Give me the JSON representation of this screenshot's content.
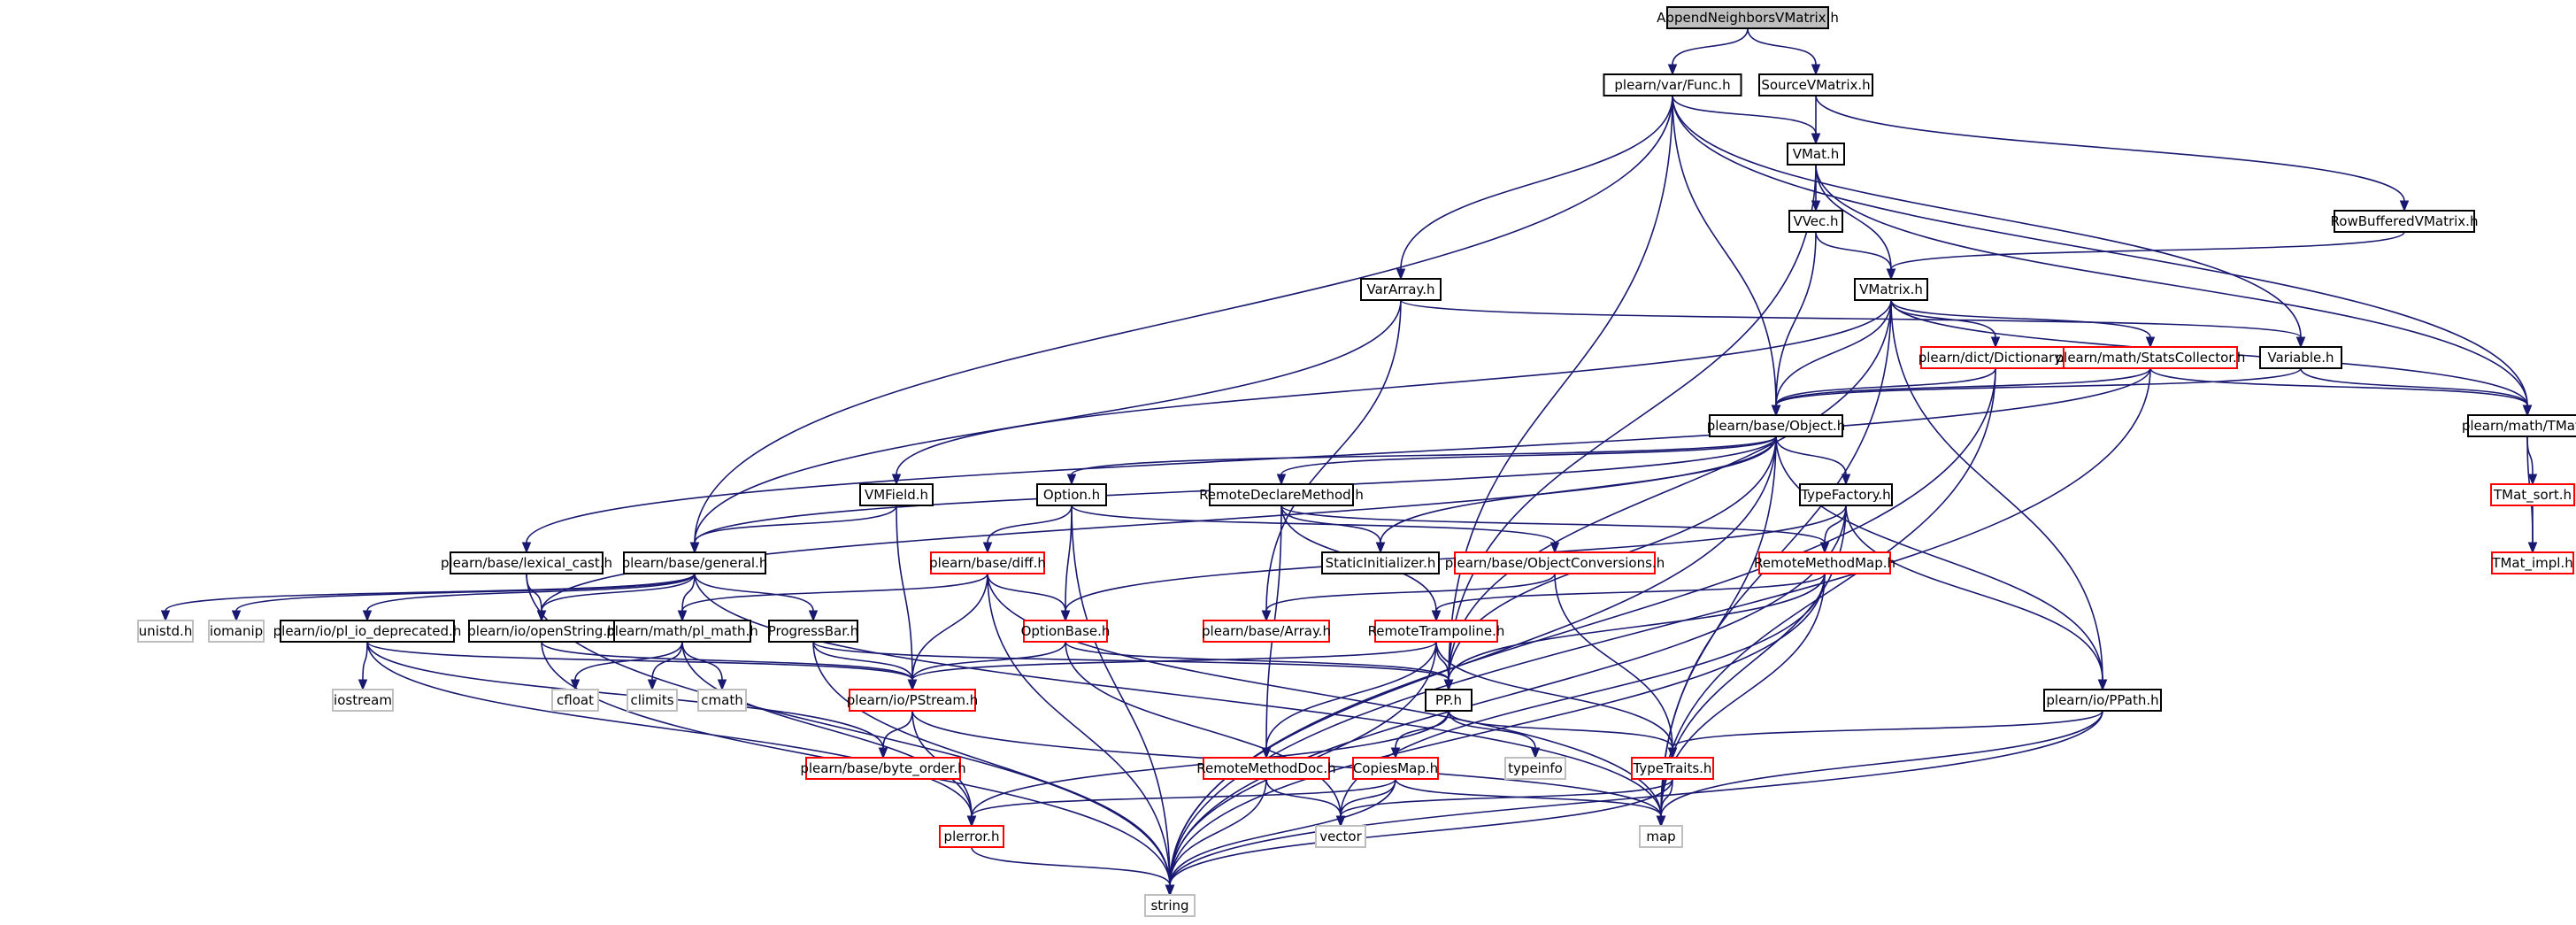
{
  "graph": {
    "edge_color": "#191970",
    "node_border_red": "#ff0000",
    "node_border_gray": "#bfbfbf",
    "root_fill": "#bfbfbf",
    "nodes": [
      {
        "id": "AppendNeighborsVMatrix.h",
        "label": "AppendNeighborsVMatrix.h",
        "style": "root"
      },
      {
        "id": "plearn/var/Func.h",
        "label": "plearn/var/Func.h",
        "style": "black"
      },
      {
        "id": "SourceVMatrix.h",
        "label": "SourceVMatrix.h",
        "style": "black"
      },
      {
        "id": "VMat.h",
        "label": "VMat.h",
        "style": "black"
      },
      {
        "id": "RowBufferedVMatrix.h",
        "label": "RowBufferedVMatrix.h",
        "style": "black"
      },
      {
        "id": "VVec.h",
        "label": "VVec.h",
        "style": "black"
      },
      {
        "id": "VarArray.h",
        "label": "VarArray.h",
        "style": "black"
      },
      {
        "id": "VMatrix.h",
        "label": "VMatrix.h",
        "style": "black"
      },
      {
        "id": "plearn/dict/Dictionary.h",
        "label": "plearn/dict/Dictionary.h",
        "style": "red"
      },
      {
        "id": "plearn/math/StatsCollector.h",
        "label": "plearn/math/StatsCollector.h",
        "style": "red"
      },
      {
        "id": "Variable.h",
        "label": "Variable.h",
        "style": "black"
      },
      {
        "id": "plearn/base/Object.h",
        "label": "plearn/base/Object.h",
        "style": "black"
      },
      {
        "id": "plearn/math/TMat.h",
        "label": "plearn/math/TMat.h",
        "style": "black"
      },
      {
        "id": "VMField.h",
        "label": "VMField.h",
        "style": "black"
      },
      {
        "id": "Option.h",
        "label": "Option.h",
        "style": "black"
      },
      {
        "id": "RemoteDeclareMethod.h",
        "label": "RemoteDeclareMethod.h",
        "style": "black"
      },
      {
        "id": "TypeFactory.h",
        "label": "TypeFactory.h",
        "style": "black"
      },
      {
        "id": "TMat_sort.h",
        "label": "TMat_sort.h",
        "style": "red"
      },
      {
        "id": "plearn/base/lexical_cast.h",
        "label": "plearn/base/lexical_cast.h",
        "style": "black"
      },
      {
        "id": "plearn/base/general.h",
        "label": "plearn/base/general.h",
        "style": "black"
      },
      {
        "id": "plearn/base/diff.h",
        "label": "plearn/base/diff.h",
        "style": "red"
      },
      {
        "id": "StaticInitializer.h",
        "label": "StaticInitializer.h",
        "style": "black"
      },
      {
        "id": "plearn/base/ObjectConversions.h",
        "label": "plearn/base/ObjectConversions.h",
        "style": "red"
      },
      {
        "id": "RemoteMethodMap.h",
        "label": "RemoteMethodMap.h",
        "style": "red"
      },
      {
        "id": "TMat_impl.h",
        "label": "TMat_impl.h",
        "style": "red"
      },
      {
        "id": "unistd.h",
        "label": "unistd.h",
        "style": "gray"
      },
      {
        "id": "iomanip",
        "label": "iomanip",
        "style": "gray"
      },
      {
        "id": "plearn/io/pl_io_deprecated.h",
        "label": "plearn/io/pl_io_deprecated.h",
        "style": "black"
      },
      {
        "id": "plearn/io/openString.h",
        "label": "plearn/io/openString.h",
        "style": "black"
      },
      {
        "id": "plearn/math/pl_math.h",
        "label": "plearn/math/pl_math.h",
        "style": "black"
      },
      {
        "id": "ProgressBar.h",
        "label": "ProgressBar.h",
        "style": "black"
      },
      {
        "id": "OptionBase.h",
        "label": "OptionBase.h",
        "style": "red"
      },
      {
        "id": "plearn/base/Array.h",
        "label": "plearn/base/Array.h",
        "style": "red"
      },
      {
        "id": "RemoteTrampoline.h",
        "label": "RemoteTrampoline.h",
        "style": "red"
      },
      {
        "id": "plearn/io/PPath.h",
        "label": "plearn/io/PPath.h",
        "style": "black"
      },
      {
        "id": "iostream",
        "label": "iostream",
        "style": "gray"
      },
      {
        "id": "cfloat",
        "label": "cfloat",
        "style": "gray"
      },
      {
        "id": "climits",
        "label": "climits",
        "style": "gray"
      },
      {
        "id": "cmath",
        "label": "cmath",
        "style": "gray"
      },
      {
        "id": "plearn/io/PStream.h",
        "label": "plearn/io/PStream.h",
        "style": "red"
      },
      {
        "id": "PP.h",
        "label": "PP.h",
        "style": "black"
      },
      {
        "id": "typeinfo",
        "label": "typeinfo",
        "style": "gray"
      },
      {
        "id": "TypeTraits.h",
        "label": "TypeTraits.h",
        "style": "red"
      },
      {
        "id": "plearn/base/byte_order.h",
        "label": "plearn/base/byte_order.h",
        "style": "red"
      },
      {
        "id": "RemoteMethodDoc.h",
        "label": "RemoteMethodDoc.h",
        "style": "red"
      },
      {
        "id": "CopiesMap.h",
        "label": "CopiesMap.h",
        "style": "red"
      },
      {
        "id": "plerror.h",
        "label": "plerror.h",
        "style": "red"
      },
      {
        "id": "vector",
        "label": "vector",
        "style": "gray"
      },
      {
        "id": "map",
        "label": "map",
        "style": "gray"
      },
      {
        "id": "string",
        "label": "string",
        "style": "gray"
      }
    ],
    "edges": [
      [
        "AppendNeighborsVMatrix.h",
        "plearn/var/Func.h"
      ],
      [
        "AppendNeighborsVMatrix.h",
        "SourceVMatrix.h"
      ],
      [
        "plearn/var/Func.h",
        "VMat.h"
      ],
      [
        "plearn/var/Func.h",
        "VarArray.h"
      ],
      [
        "plearn/var/Func.h",
        "Variable.h"
      ],
      [
        "plearn/var/Func.h",
        "plearn/base/Object.h"
      ],
      [
        "plearn/var/Func.h",
        "plearn/math/TMat.h"
      ],
      [
        "plearn/var/Func.h",
        "plearn/base/general.h"
      ],
      [
        "plearn/var/Func.h",
        "PP.h"
      ],
      [
        "SourceVMatrix.h",
        "VMat.h"
      ],
      [
        "SourceVMatrix.h",
        "RowBufferedVMatrix.h"
      ],
      [
        "VMat.h",
        "VVec.h"
      ],
      [
        "VMat.h",
        "VMatrix.h"
      ],
      [
        "VMat.h",
        "plearn/math/TMat.h"
      ],
      [
        "VMat.h",
        "PP.h"
      ],
      [
        "RowBufferedVMatrix.h",
        "VMatrix.h"
      ],
      [
        "VVec.h",
        "VMatrix.h"
      ],
      [
        "VVec.h",
        "plearn/base/Object.h"
      ],
      [
        "VarArray.h",
        "Variable.h"
      ],
      [
        "VarArray.h",
        "plearn/base/general.h"
      ],
      [
        "VarArray.h",
        "plearn/base/Array.h"
      ],
      [
        "VMatrix.h",
        "plearn/dict/Dictionary.h"
      ],
      [
        "VMatrix.h",
        "plearn/math/StatsCollector.h"
      ],
      [
        "VMatrix.h",
        "plearn/base/Object.h"
      ],
      [
        "VMatrix.h",
        "plearn/math/TMat.h"
      ],
      [
        "VMatrix.h",
        "VMField.h"
      ],
      [
        "VMatrix.h",
        "plearn/io/PPath.h"
      ],
      [
        "VMatrix.h",
        "PP.h"
      ],
      [
        "VMatrix.h",
        "map"
      ],
      [
        "plearn/dict/Dictionary.h",
        "plearn/base/Object.h"
      ],
      [
        "plearn/dict/Dictionary.h",
        "map"
      ],
      [
        "plearn/dict/Dictionary.h",
        "string"
      ],
      [
        "plearn/math/StatsCollector.h",
        "plearn/base/Object.h"
      ],
      [
        "plearn/math/StatsCollector.h",
        "plearn/math/TMat.h"
      ],
      [
        "plearn/math/StatsCollector.h",
        "string"
      ],
      [
        "plearn/math/StatsCollector.h",
        "plearn/base/lexical_cast.h"
      ],
      [
        "Variable.h",
        "plearn/base/Object.h"
      ],
      [
        "Variable.h",
        "plearn/math/TMat.h"
      ],
      [
        "plearn/math/TMat.h",
        "TMat_sort.h"
      ],
      [
        "plearn/math/TMat.h",
        "TMat_impl.h"
      ],
      [
        "TMat_sort.h",
        "TMat_impl.h"
      ],
      [
        "plearn/base/Object.h",
        "Option.h"
      ],
      [
        "plearn/base/Object.h",
        "RemoteDeclareMethod.h"
      ],
      [
        "plearn/base/Object.h",
        "TypeFactory.h"
      ],
      [
        "plearn/base/Object.h",
        "StaticInitializer.h"
      ],
      [
        "plearn/base/Object.h",
        "plearn/base/general.h"
      ],
      [
        "plearn/base/Object.h",
        "plearn/io/PPath.h"
      ],
      [
        "plearn/base/Object.h",
        "PP.h"
      ],
      [
        "plearn/base/Object.h",
        "map"
      ],
      [
        "plearn/base/Object.h",
        "string"
      ],
      [
        "plearn/base/Object.h",
        "plearn/io/openString.h"
      ],
      [
        "VMField.h",
        "plearn/base/general.h"
      ],
      [
        "VMField.h",
        "plearn/io/PStream.h"
      ],
      [
        "Option.h",
        "plearn/base/diff.h"
      ],
      [
        "Option.h",
        "OptionBase.h"
      ],
      [
        "Option.h",
        "plearn/base/ObjectConversions.h"
      ],
      [
        "Option.h",
        "string"
      ],
      [
        "RemoteDeclareMethod.h",
        "RemoteMethodMap.h"
      ],
      [
        "RemoteDeclareMethod.h",
        "RemoteTrampoline.h"
      ],
      [
        "RemoteDeclareMethod.h",
        "StaticInitializer.h"
      ],
      [
        "RemoteDeclareMethod.h",
        "RemoteMethodDoc.h"
      ],
      [
        "TypeFactory.h",
        "RemoteMethodMap.h"
      ],
      [
        "TypeFactory.h",
        "plearn/io/PPath.h"
      ],
      [
        "TypeFactory.h",
        "OptionBase.h"
      ],
      [
        "TypeFactory.h",
        "map"
      ],
      [
        "TypeFactory.h",
        "string"
      ],
      [
        "plearn/base/lexical_cast.h",
        "plearn/io/openString.h"
      ],
      [
        "plearn/base/lexical_cast.h",
        "string"
      ],
      [
        "plearn/base/general.h",
        "unistd.h"
      ],
      [
        "plearn/base/general.h",
        "iomanip"
      ],
      [
        "plearn/base/general.h",
        "plearn/io/pl_io_deprecated.h"
      ],
      [
        "plearn/base/general.h",
        "plearn/io/openString.h"
      ],
      [
        "plearn/base/general.h",
        "plearn/math/pl_math.h"
      ],
      [
        "plearn/base/general.h",
        "ProgressBar.h"
      ],
      [
        "plearn/base/general.h",
        "map"
      ],
      [
        "plearn/base/diff.h",
        "plearn/io/PStream.h"
      ],
      [
        "plearn/base/diff.h",
        "OptionBase.h"
      ],
      [
        "plearn/base/diff.h",
        "plearn/math/pl_math.h"
      ],
      [
        "plearn/base/diff.h",
        "string"
      ],
      [
        "plearn/base/diff.h",
        "map"
      ],
      [
        "plearn/base/ObjectConversions.h",
        "plearn/base/Array.h"
      ],
      [
        "plearn/base/ObjectConversions.h",
        "TypeTraits.h"
      ],
      [
        "RemoteMethodMap.h",
        "RemoteTrampoline.h"
      ],
      [
        "RemoteMethodMap.h",
        "PP.h"
      ],
      [
        "RemoteMethodMap.h",
        "map"
      ],
      [
        "RemoteMethodMap.h",
        "string"
      ],
      [
        "RemoteMethodMap.h",
        "vector"
      ],
      [
        "plearn/io/pl_io_deprecated.h",
        "iostream"
      ],
      [
        "plearn/io/pl_io_deprecated.h",
        "plearn/io/PStream.h"
      ],
      [
        "plearn/io/pl_io_deprecated.h",
        "plearn/base/byte_order.h"
      ],
      [
        "plearn/io/pl_io_deprecated.h",
        "plerror.h"
      ],
      [
        "plearn/io/openString.h",
        "plearn/io/PStream.h"
      ],
      [
        "plearn/io/openString.h",
        "string"
      ],
      [
        "plearn/math/pl_math.h",
        "cfloat"
      ],
      [
        "plearn/math/pl_math.h",
        "climits"
      ],
      [
        "plearn/math/pl_math.h",
        "cmath"
      ],
      [
        "plearn/math/pl_math.h",
        "plerror.h"
      ],
      [
        "ProgressBar.h",
        "plearn/io/PStream.h"
      ],
      [
        "ProgressBar.h",
        "PP.h"
      ],
      [
        "ProgressBar.h",
        "string"
      ],
      [
        "OptionBase.h",
        "plearn/io/PStream.h"
      ],
      [
        "OptionBase.h",
        "PP.h"
      ],
      [
        "OptionBase.h",
        "vector"
      ],
      [
        "RemoteTrampoline.h",
        "plearn/io/PStream.h"
      ],
      [
        "RemoteTrampoline.h",
        "PP.h"
      ],
      [
        "RemoteTrampoline.h",
        "TypeTraits.h"
      ],
      [
        "RemoteTrampoline.h",
        "RemoteMethodDoc.h"
      ],
      [
        "RemoteTrampoline.h",
        "string"
      ],
      [
        "plearn/io/PPath.h",
        "TypeTraits.h"
      ],
      [
        "plearn/io/PPath.h",
        "map"
      ],
      [
        "plearn/io/PPath.h",
        "string"
      ],
      [
        "plearn/io/PStream.h",
        "plearn/base/byte_order.h"
      ],
      [
        "plearn/io/PStream.h",
        "plerror.h"
      ],
      [
        "plearn/io/PStream.h",
        "map"
      ],
      [
        "PP.h",
        "typeinfo"
      ],
      [
        "PP.h",
        "TypeTraits.h"
      ],
      [
        "PP.h",
        "CopiesMap.h"
      ],
      [
        "PP.h",
        "plerror.h"
      ],
      [
        "TypeTraits.h",
        "map"
      ],
      [
        "TypeTraits.h",
        "vector"
      ],
      [
        "TypeTraits.h",
        "string"
      ],
      [
        "RemoteMethodDoc.h",
        "vector"
      ],
      [
        "RemoteMethodDoc.h",
        "string"
      ],
      [
        "CopiesMap.h",
        "plerror.h"
      ],
      [
        "CopiesMap.h",
        "map"
      ],
      [
        "CopiesMap.h",
        "vector"
      ],
      [
        "CopiesMap.h",
        "string"
      ],
      [
        "plerror.h",
        "string"
      ]
    ]
  }
}
